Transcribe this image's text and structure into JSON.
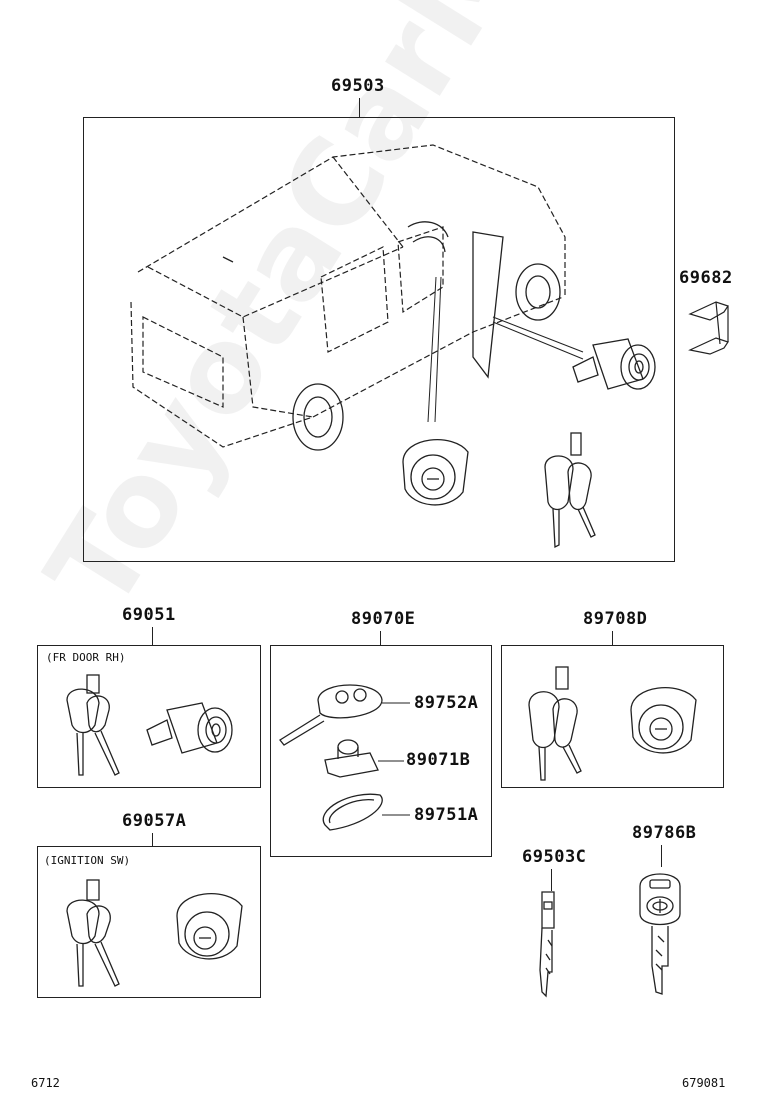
{
  "watermark": "ToyotaCarMine.ru",
  "parts": {
    "main_set": "69503",
    "clip": "69682",
    "door_lock_set": "69051",
    "door_lock_note": "(FR DOOR RH)",
    "ign_set": "69057A",
    "ign_note": "(IGNITION SW)",
    "key_group": "89070E",
    "key_housing": "89752A",
    "transmitter": "89071B",
    "key_cover": "89751A",
    "key_ign_set": "89708D",
    "blank_key": "69503C",
    "master_key": "89786B"
  },
  "footer": {
    "page_left": "6712",
    "page_right": "679081"
  }
}
